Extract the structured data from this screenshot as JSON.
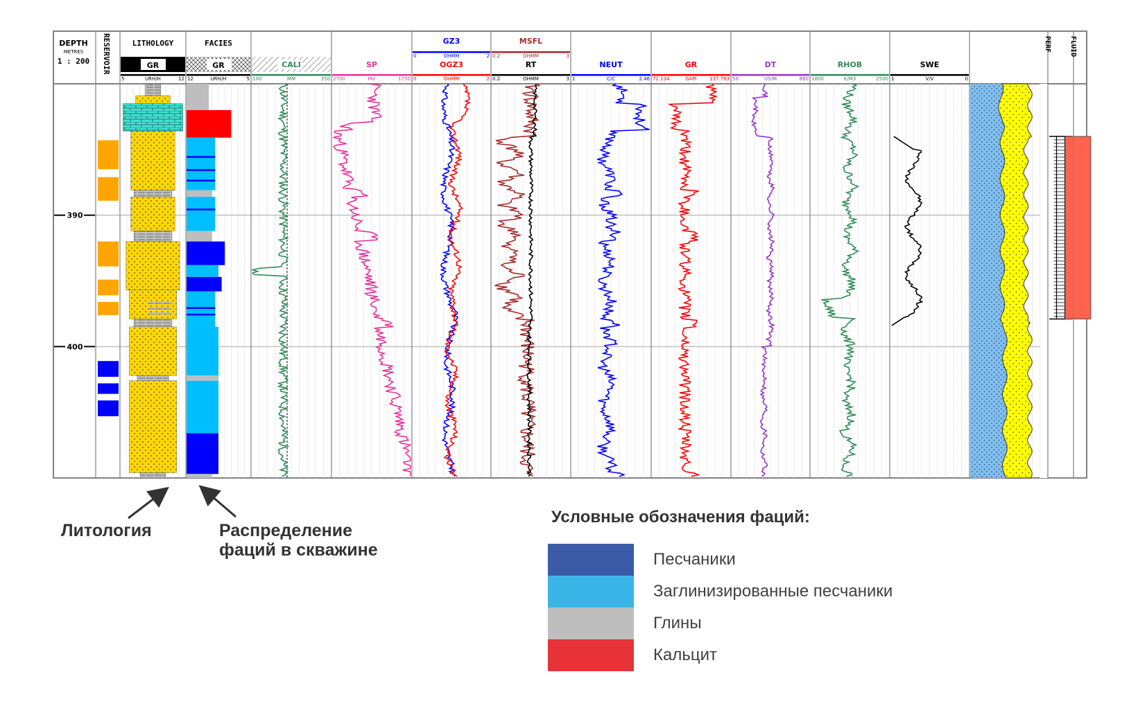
{
  "header": {
    "depth_title": "DEPTH",
    "depth_units": "METRES",
    "depth_scale": "1 : 200",
    "reservoir": "RESERVOIR",
    "perf": "PERF",
    "fluid": "FLUID"
  },
  "tracks": [
    {
      "id": "lithology",
      "title": "LITHOLOGY",
      "curve": "GR",
      "min": "5",
      "unit": "URH/H",
      "max": "12",
      "color": "#000000"
    },
    {
      "id": "facies",
      "title": "FACIES",
      "curve": "GR",
      "min": "12",
      "unit": "URH/H",
      "max": "5",
      "color": "#000000"
    },
    {
      "id": "cali",
      "curve": "CALI",
      "min": "100",
      "unit": "MM",
      "max": "350",
      "color": "#2e8b57"
    },
    {
      "id": "sp",
      "curve": "SP",
      "min": "2700",
      "unit": "MV",
      "max": "1750",
      "color": "#e8309a"
    },
    {
      "id": "gz3",
      "curve": "GZ3",
      "min": "0",
      "unit": "OHMM",
      "max": "2",
      "color": "#0000ff"
    },
    {
      "id": "ogz3",
      "curve": "OGZ3",
      "min": "0",
      "unit": "OHMM",
      "max": "2",
      "color": "#ff0000"
    },
    {
      "id": "msfl",
      "curve": "MSFL",
      "min": "0.2",
      "unit": "OHMM",
      "max": "3",
      "color": "#a52a2a"
    },
    {
      "id": "rt",
      "curve": "RT",
      "min": "0.2",
      "unit": "OHMM",
      "max": "3",
      "color": "#000000"
    },
    {
      "id": "neut",
      "curve": "NEUT",
      "min": "1",
      "unit": "C/C",
      "max": "2.46",
      "color": "#0000ff"
    },
    {
      "id": "gr",
      "curve": "GR",
      "min": "72.134",
      "unit": "GAPI",
      "max": "137.783",
      "color": "#ff0000"
    },
    {
      "id": "dt",
      "curve": "DT",
      "min": "50",
      "unit": "US/M",
      "max": "860",
      "color": "#9932cc"
    },
    {
      "id": "rhob",
      "curve": "RHOB",
      "min": "1800",
      "unit": "K/M3",
      "max": "2500",
      "color": "#2e8b57"
    },
    {
      "id": "swe",
      "curve": "SWE",
      "min": "1",
      "unit": "V/V",
      "max": "0",
      "color": "#000000"
    }
  ],
  "depth_ticks": [
    {
      "depth": 390,
      "label": "390"
    },
    {
      "depth": 400,
      "label": "400"
    }
  ],
  "depth_range": [
    380,
    410
  ],
  "reservoir_intervals": [
    {
      "top": 384.3,
      "base": 386.5,
      "color": "#ffa500"
    },
    {
      "top": 387.1,
      "base": 388.9,
      "color": "#ffa500"
    },
    {
      "top": 392.0,
      "base": 393.9,
      "color": "#ffa500"
    },
    {
      "top": 394.9,
      "base": 396.1,
      "color": "#ffa500"
    },
    {
      "top": 396.6,
      "base": 397.6,
      "color": "#ffa500"
    },
    {
      "top": 401.1,
      "base": 402.3,
      "color": "#0000ff"
    },
    {
      "top": 402.8,
      "base": 403.6,
      "color": "#0000ff"
    },
    {
      "top": 404.1,
      "base": 405.3,
      "color": "#0000ff"
    }
  ],
  "perf_interval": [
    384.0,
    397.9
  ],
  "fluid_interval": {
    "top": 384.0,
    "base": 397.9,
    "color": "#ff634d"
  },
  "colors": {
    "sand": "#ffd700",
    "carbonate": "#40e0d0",
    "clay": "#bebebe",
    "facies_sand": "#0000ff",
    "facies_shaly_sand": "#00bfff",
    "facies_clay": "#bebebe",
    "facies_calcite": "#ff0000",
    "grid": "#c0c0c0",
    "border": "#808080",
    "porosity": "#7fbfef"
  },
  "callouts": {
    "lithology": "Литология",
    "facies_line1": "Распределение",
    "facies_line2": "фаций в скважине"
  },
  "legend": {
    "title": "Условные обозначения фаций:",
    "items": [
      {
        "label": "Песчаники",
        "color": "#3b5aa8"
      },
      {
        "label": "Заглинизированные песчаники",
        "color": "#3ab4e6"
      },
      {
        "label": "Глины",
        "color": "#bebebe"
      },
      {
        "label": "Кальцит",
        "color": "#e83338"
      }
    ]
  }
}
